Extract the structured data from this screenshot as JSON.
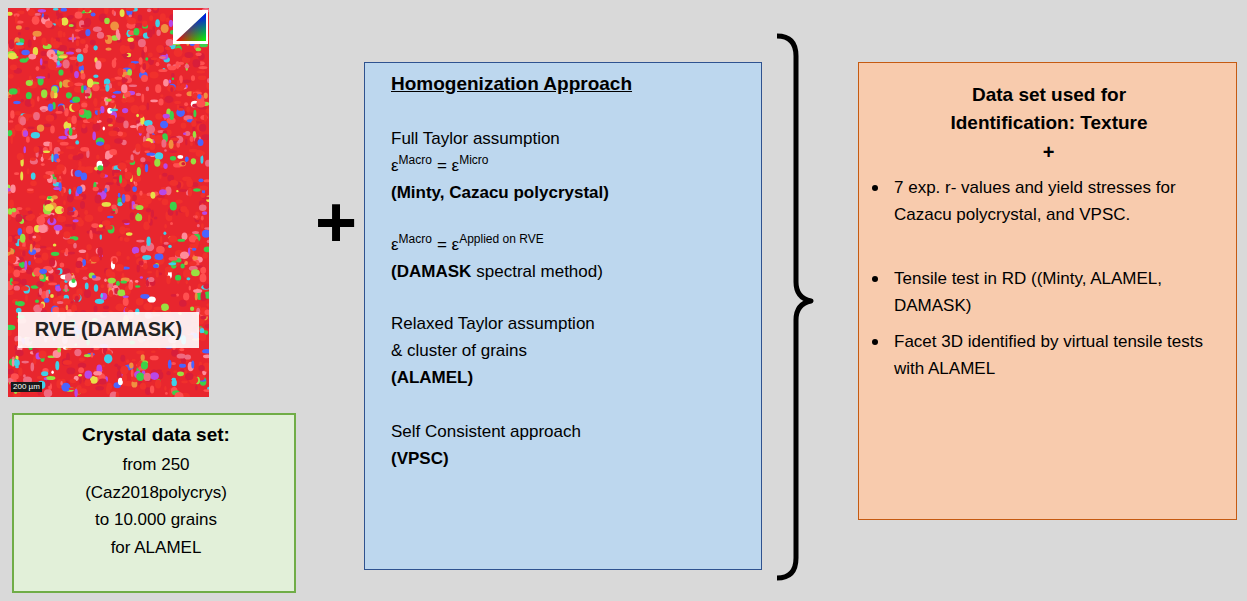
{
  "diagram": {
    "nodes": [
      {
        "text": [
          "RVE (DAMASK)"
        ]
      },
      {
        "text": [
          "Crystal data set:",
          "from 250",
          "(Caz2018polycrys)",
          "to 10.000 grains",
          "for ALAMEL"
        ]
      },
      {
        "text": [
          "Homogenization Approach",
          "Full Taylor assumption",
          "ε",
          "Macro",
          "= ε",
          "Micro",
          "(Minty, Cazacu polycrystal)",
          "ε",
          "Macro",
          "= ε",
          "Applied on RVE",
          "(DAMASK",
          "spectral method)",
          "Relaxed Taylor assumption",
          "& cluster of grains",
          "(ALAMEL)",
          "Self Consistent approach",
          "(VPSC)"
        ]
      },
      {
        "text": [
          "Data set used for Identification: Texture",
          "+",
          "7 exp. r- values and yield stresses for Cazacu polycrystal, and VPSC.",
          "Tensile test in RD ((Minty, ALAMEL, DAMASK)",
          "Facet 3D identified by virtual tensile tests with ALAMEL"
        ]
      }
    ],
    "labels": [
      "+",
      "200 µm"
    ]
  }
}
